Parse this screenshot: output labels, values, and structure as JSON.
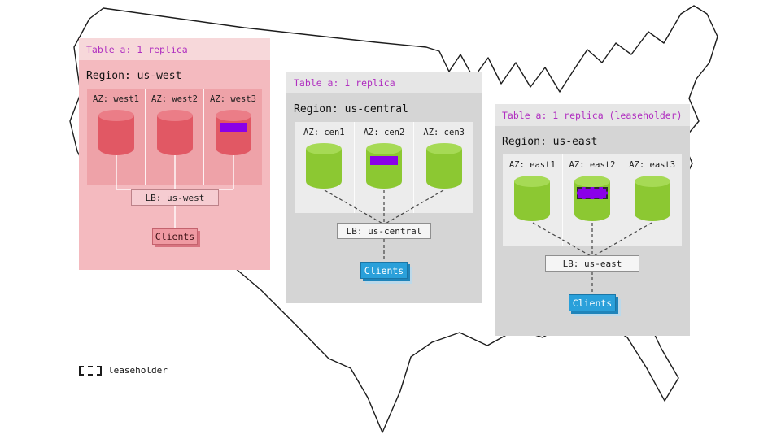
{
  "legend": {
    "label": "leaseholder"
  },
  "regions": [
    {
      "name": "us-west",
      "table_label": "Table a: 1 replica",
      "table_struck": true,
      "region_label": "Region: us-west",
      "azs": [
        {
          "label": "AZ: west1",
          "badge": false
        },
        {
          "label": "AZ: west2",
          "badge": false
        },
        {
          "label": "AZ: west3",
          "badge": true
        }
      ],
      "lb_label": "LB: us-west",
      "clients_label": "Clients"
    },
    {
      "name": "us-central",
      "table_label": "Table a: 1 replica",
      "table_struck": false,
      "region_label": "Region: us-central",
      "azs": [
        {
          "label": "AZ: cen1",
          "badge": false
        },
        {
          "label": "AZ: cen2",
          "badge": true
        },
        {
          "label": "AZ: cen3",
          "badge": false
        }
      ],
      "lb_label": "LB: us-central",
      "clients_label": "Clients"
    },
    {
      "name": "us-east",
      "table_label": "Table a: 1 replica (leaseholder)",
      "table_struck": false,
      "region_label": "Region: us-east",
      "azs": [
        {
          "label": "AZ: east1",
          "badge": false
        },
        {
          "label": "AZ: east2",
          "badge": true,
          "badge_leaseholder": true
        },
        {
          "label": "AZ: east3",
          "badge": false
        }
      ],
      "lb_label": "LB: us-east",
      "clients_label": "Clients"
    }
  ],
  "colors": {
    "table_text": "#b02fc0",
    "replica_badge": "#8a00e8",
    "west_card": "#f4babf",
    "west_cylinder": "#e15864",
    "gray_card": "#d5d5d5",
    "green_cylinder": "#8cc832",
    "clients_blue": "#2aa0da",
    "clients_pink": "#ef9aa2"
  }
}
